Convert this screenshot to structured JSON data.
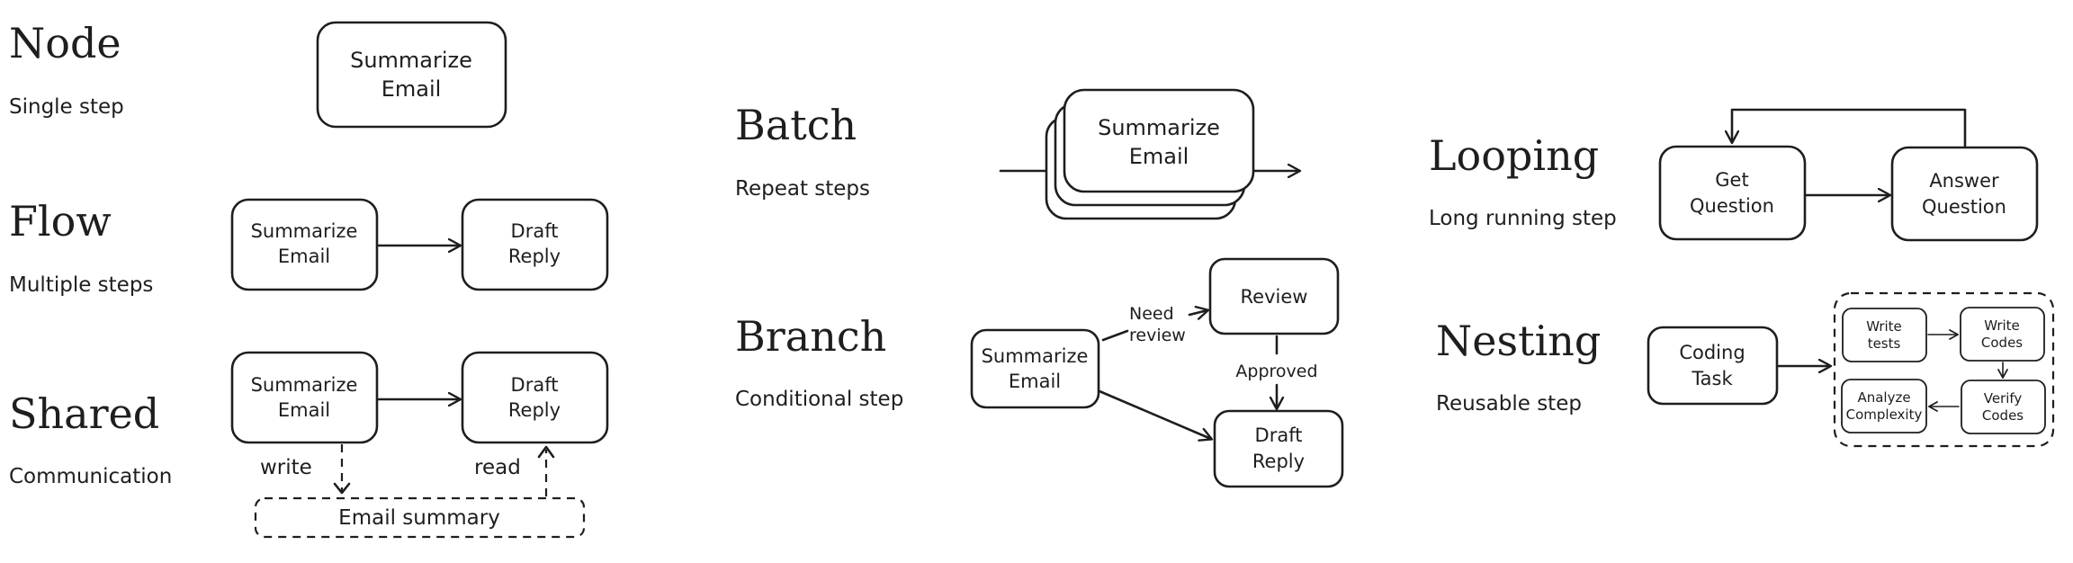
{
  "sections": {
    "node": {
      "title": "Node",
      "subtitle": "Single step",
      "box": [
        "Summarize",
        "Email"
      ]
    },
    "flow": {
      "title": "Flow",
      "subtitle": "Multiple steps",
      "box1": [
        "Summarize",
        "Email"
      ],
      "box2": [
        "Draft",
        "Reply"
      ]
    },
    "shared": {
      "title": "Shared",
      "subtitle": "Communication",
      "box1": [
        "Summarize",
        "Email"
      ],
      "box2": [
        "Draft",
        "Reply"
      ],
      "write_label": "write",
      "read_label": "read",
      "store": "Email summary"
    },
    "batch": {
      "title": "Batch",
      "subtitle": "Repeat steps",
      "box": [
        "Summarize",
        "Email"
      ]
    },
    "branch": {
      "title": "Branch",
      "subtitle": "Conditional step",
      "box_source": [
        "Summarize",
        "Email"
      ],
      "box_review": [
        "Review"
      ],
      "box_reply": [
        "Draft",
        "Reply"
      ],
      "need_review_label": [
        "Need",
        "review"
      ],
      "approved_label": "Approved"
    },
    "looping": {
      "title": "Looping",
      "subtitle": "Long running step",
      "box1": [
        "Get",
        "Question"
      ],
      "box2": [
        "Answer",
        "Question"
      ]
    },
    "nesting": {
      "title": "Nesting",
      "subtitle": "Reusable step",
      "outer": [
        "Coding",
        "Task"
      ],
      "write_tests": [
        "Write",
        "tests"
      ],
      "write_codes": [
        "Write",
        "Codes"
      ],
      "verify_codes": [
        "Verify",
        "Codes"
      ],
      "analyze": [
        "Analyze",
        "Complexity"
      ]
    }
  }
}
